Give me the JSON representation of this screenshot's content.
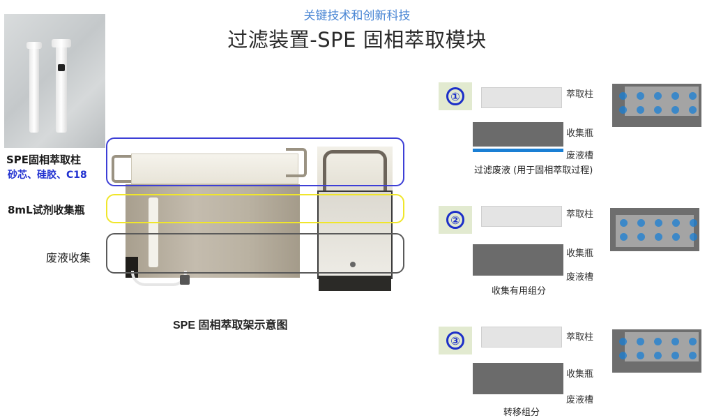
{
  "header": {
    "subtitle": "关键技术和创新科技",
    "title": "过滤装置-SPE 固相萃取模块"
  },
  "left_panel": {
    "photo_alt": "SPE cartridges photo",
    "cartridge_label": "SPE固相萃取柱",
    "cartridge_materials": "砂芯、硅胶、C18",
    "vial_label": "8mL试剂收集瓶",
    "waste_label": "废液收集",
    "rack_caption": "SPE 固相萃取架示意图"
  },
  "highlights": {
    "top_color": "#3d3fd6",
    "middle_color": "#f0e62a",
    "bottom_color": "#5a5a5a"
  },
  "steps": [
    {
      "number": "①",
      "labels": {
        "column": "萃取柱",
        "vial": "收集瓶",
        "waste": "废液槽"
      },
      "caption": "过滤废液 (用于固相萃取过程)"
    },
    {
      "number": "②",
      "labels": {
        "column": "萃取柱",
        "vial": "收集瓶",
        "waste": "废液槽"
      },
      "caption": "收集有用组分"
    },
    {
      "number": "③",
      "labels": {
        "column": "萃取柱",
        "vial": "收集瓶",
        "waste": "废液槽"
      },
      "caption": "转移组分"
    }
  ],
  "colors": {
    "accent_blue": "#1a7fd4",
    "badge_bg": "#e2ead0",
    "badge_fg": "#1c2fc8"
  }
}
